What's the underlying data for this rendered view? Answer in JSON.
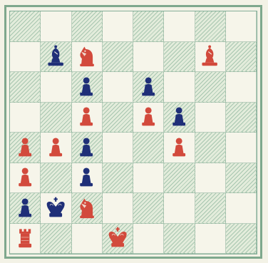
{
  "colors": {
    "red": "#d24a3c",
    "blue": "#1f2f78",
    "board_line": "#7ea88d"
  },
  "pieces": [
    {
      "square": "b7",
      "side": "blue",
      "type": "bishop"
    },
    {
      "square": "c7",
      "side": "red",
      "type": "knight"
    },
    {
      "square": "g7",
      "side": "red",
      "type": "bishop"
    },
    {
      "square": "c6",
      "side": "blue",
      "type": "pawn"
    },
    {
      "square": "e6",
      "side": "blue",
      "type": "pawn"
    },
    {
      "square": "c5",
      "side": "red",
      "type": "pawn"
    },
    {
      "square": "e5",
      "side": "red",
      "type": "pawn"
    },
    {
      "square": "f5",
      "side": "blue",
      "type": "pawn"
    },
    {
      "square": "a4",
      "side": "red",
      "type": "pawn"
    },
    {
      "square": "b4",
      "side": "red",
      "type": "pawn"
    },
    {
      "square": "c4",
      "side": "blue",
      "type": "pawn"
    },
    {
      "square": "f4",
      "side": "red",
      "type": "pawn"
    },
    {
      "square": "a3",
      "side": "red",
      "type": "pawn"
    },
    {
      "square": "c3",
      "side": "blue",
      "type": "pawn"
    },
    {
      "square": "a2",
      "side": "blue",
      "type": "pawn"
    },
    {
      "square": "b2",
      "side": "blue",
      "type": "king"
    },
    {
      "square": "c2",
      "side": "red",
      "type": "knight"
    },
    {
      "square": "a1",
      "side": "red",
      "type": "rook"
    },
    {
      "square": "d1",
      "side": "red",
      "type": "king"
    }
  ]
}
